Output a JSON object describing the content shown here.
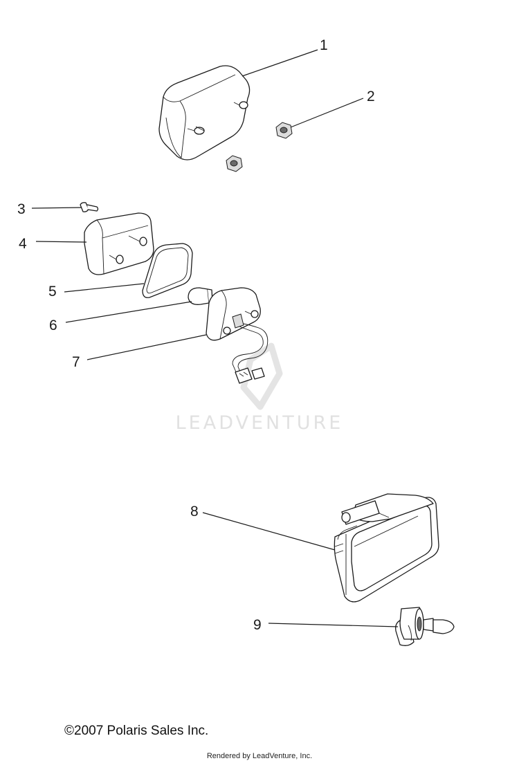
{
  "callouts": [
    "1",
    "2",
    "3",
    "4",
    "5",
    "6",
    "7",
    "8",
    "9"
  ],
  "watermark": "LEADVENTURE",
  "copyright": "©2007 Polaris Sales Inc.",
  "rendered_by": "Rendered by LeadVenture, Inc.",
  "colors": {
    "line": "#1a1a1a",
    "watermark": "#e1e1e1",
    "background": "#ffffff"
  }
}
